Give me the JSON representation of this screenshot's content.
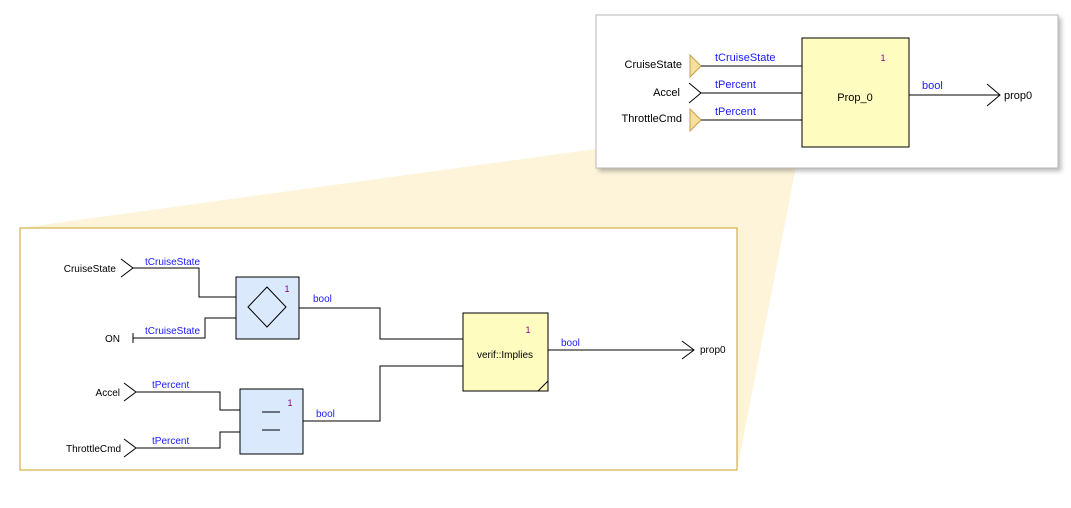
{
  "top_panel": {
    "inputs": {
      "cruise_state": "CruiseState",
      "accel": "Accel",
      "throttle_cmd": "ThrottleCmd"
    },
    "types": {
      "cruise_state": "tCruiseState",
      "accel": "tPercent",
      "throttle_cmd": "tPercent",
      "output": "bool"
    },
    "block": {
      "name": "Prop_0",
      "index": "1"
    },
    "output": "prop0"
  },
  "detail_panel": {
    "inputs": {
      "cruise_state": "CruiseState",
      "on_const": "ON",
      "accel": "Accel",
      "throttle_cmd": "ThrottleCmd"
    },
    "types": {
      "cruise_state": "tCruiseState",
      "on_const": "tCruiseState",
      "accel": "tPercent",
      "throttle_cmd": "tPercent",
      "neq_out": "bool",
      "eq_out": "bool",
      "implies_out": "bool"
    },
    "neq_block": {
      "index": "1"
    },
    "eq_block": {
      "index": "1"
    },
    "implies_block": {
      "name": "verif::Implies",
      "index": "1"
    },
    "output": "prop0"
  }
}
